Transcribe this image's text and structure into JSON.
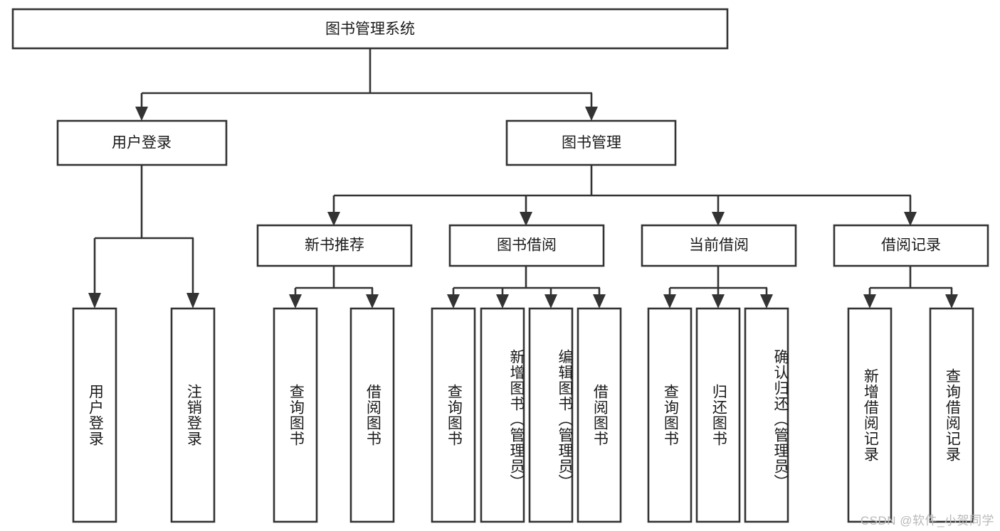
{
  "diagram": {
    "type": "tree-hierarchy",
    "title": "图书管理系统",
    "orientation": "top-down",
    "colors": {
      "stroke": "#333333",
      "box_fill": "#ffffff",
      "text": "#1a1a1a",
      "background": "#ffffff",
      "watermark": "#b9b9b9"
    },
    "levels": [
      {
        "level": 1,
        "nodes": [
          {
            "id": "root",
            "label": "图书管理系统",
            "orientation": "horizontal"
          }
        ]
      },
      {
        "level": 2,
        "nodes": [
          {
            "id": "user-login",
            "label": "用户登录",
            "orientation": "horizontal",
            "parent": "root"
          },
          {
            "id": "book-manage",
            "label": "图书管理",
            "orientation": "horizontal",
            "parent": "root"
          }
        ]
      },
      {
        "level": 3,
        "nodes": [
          {
            "id": "new-book-rec",
            "label": "新书推荐",
            "orientation": "horizontal",
            "parent": "book-manage"
          },
          {
            "id": "book-borrow",
            "label": "图书借阅",
            "orientation": "horizontal",
            "parent": "book-manage"
          },
          {
            "id": "current-borrow",
            "label": "当前借阅",
            "orientation": "horizontal",
            "parent": "book-manage"
          },
          {
            "id": "borrow-record",
            "label": "借阅记录",
            "orientation": "horizontal",
            "parent": "book-manage"
          }
        ]
      },
      {
        "level": 4,
        "nodes": [
          {
            "id": "leaf-user-login",
            "label": "用户登录",
            "orientation": "vertical",
            "parent": "user-login"
          },
          {
            "id": "leaf-logout",
            "label": "注销登录",
            "orientation": "vertical",
            "parent": "user-login"
          },
          {
            "id": "leaf-query-book-1",
            "label": "查询图书",
            "orientation": "vertical",
            "parent": "new-book-rec"
          },
          {
            "id": "leaf-borrow-book-1",
            "label": "借阅图书",
            "orientation": "vertical",
            "parent": "new-book-rec"
          },
          {
            "id": "leaf-query-book-2",
            "label": "查询图书",
            "orientation": "vertical",
            "parent": "book-borrow"
          },
          {
            "id": "leaf-add-book",
            "label": "新增图书（管理员）",
            "orientation": "vertical",
            "parent": "book-borrow"
          },
          {
            "id": "leaf-edit-book",
            "label": "编辑图书（管理员）",
            "orientation": "vertical",
            "parent": "book-borrow"
          },
          {
            "id": "leaf-borrow-book-2",
            "label": "借阅图书",
            "orientation": "vertical",
            "parent": "book-borrow"
          },
          {
            "id": "leaf-query-book-3",
            "label": "查询图书",
            "orientation": "vertical",
            "parent": "current-borrow"
          },
          {
            "id": "leaf-return-book",
            "label": "归还图书",
            "orientation": "vertical",
            "parent": "current-borrow"
          },
          {
            "id": "leaf-confirm-return",
            "label": "确认归还（管理员）",
            "orientation": "vertical",
            "parent": "current-borrow"
          },
          {
            "id": "leaf-add-record",
            "label": "新增借阅记录",
            "orientation": "vertical",
            "parent": "borrow-record"
          },
          {
            "id": "leaf-query-record",
            "label": "查询借阅记录",
            "orientation": "vertical",
            "parent": "borrow-record"
          }
        ]
      }
    ]
  },
  "watermark": {
    "text": "CSDN @软件_小贺同学"
  }
}
